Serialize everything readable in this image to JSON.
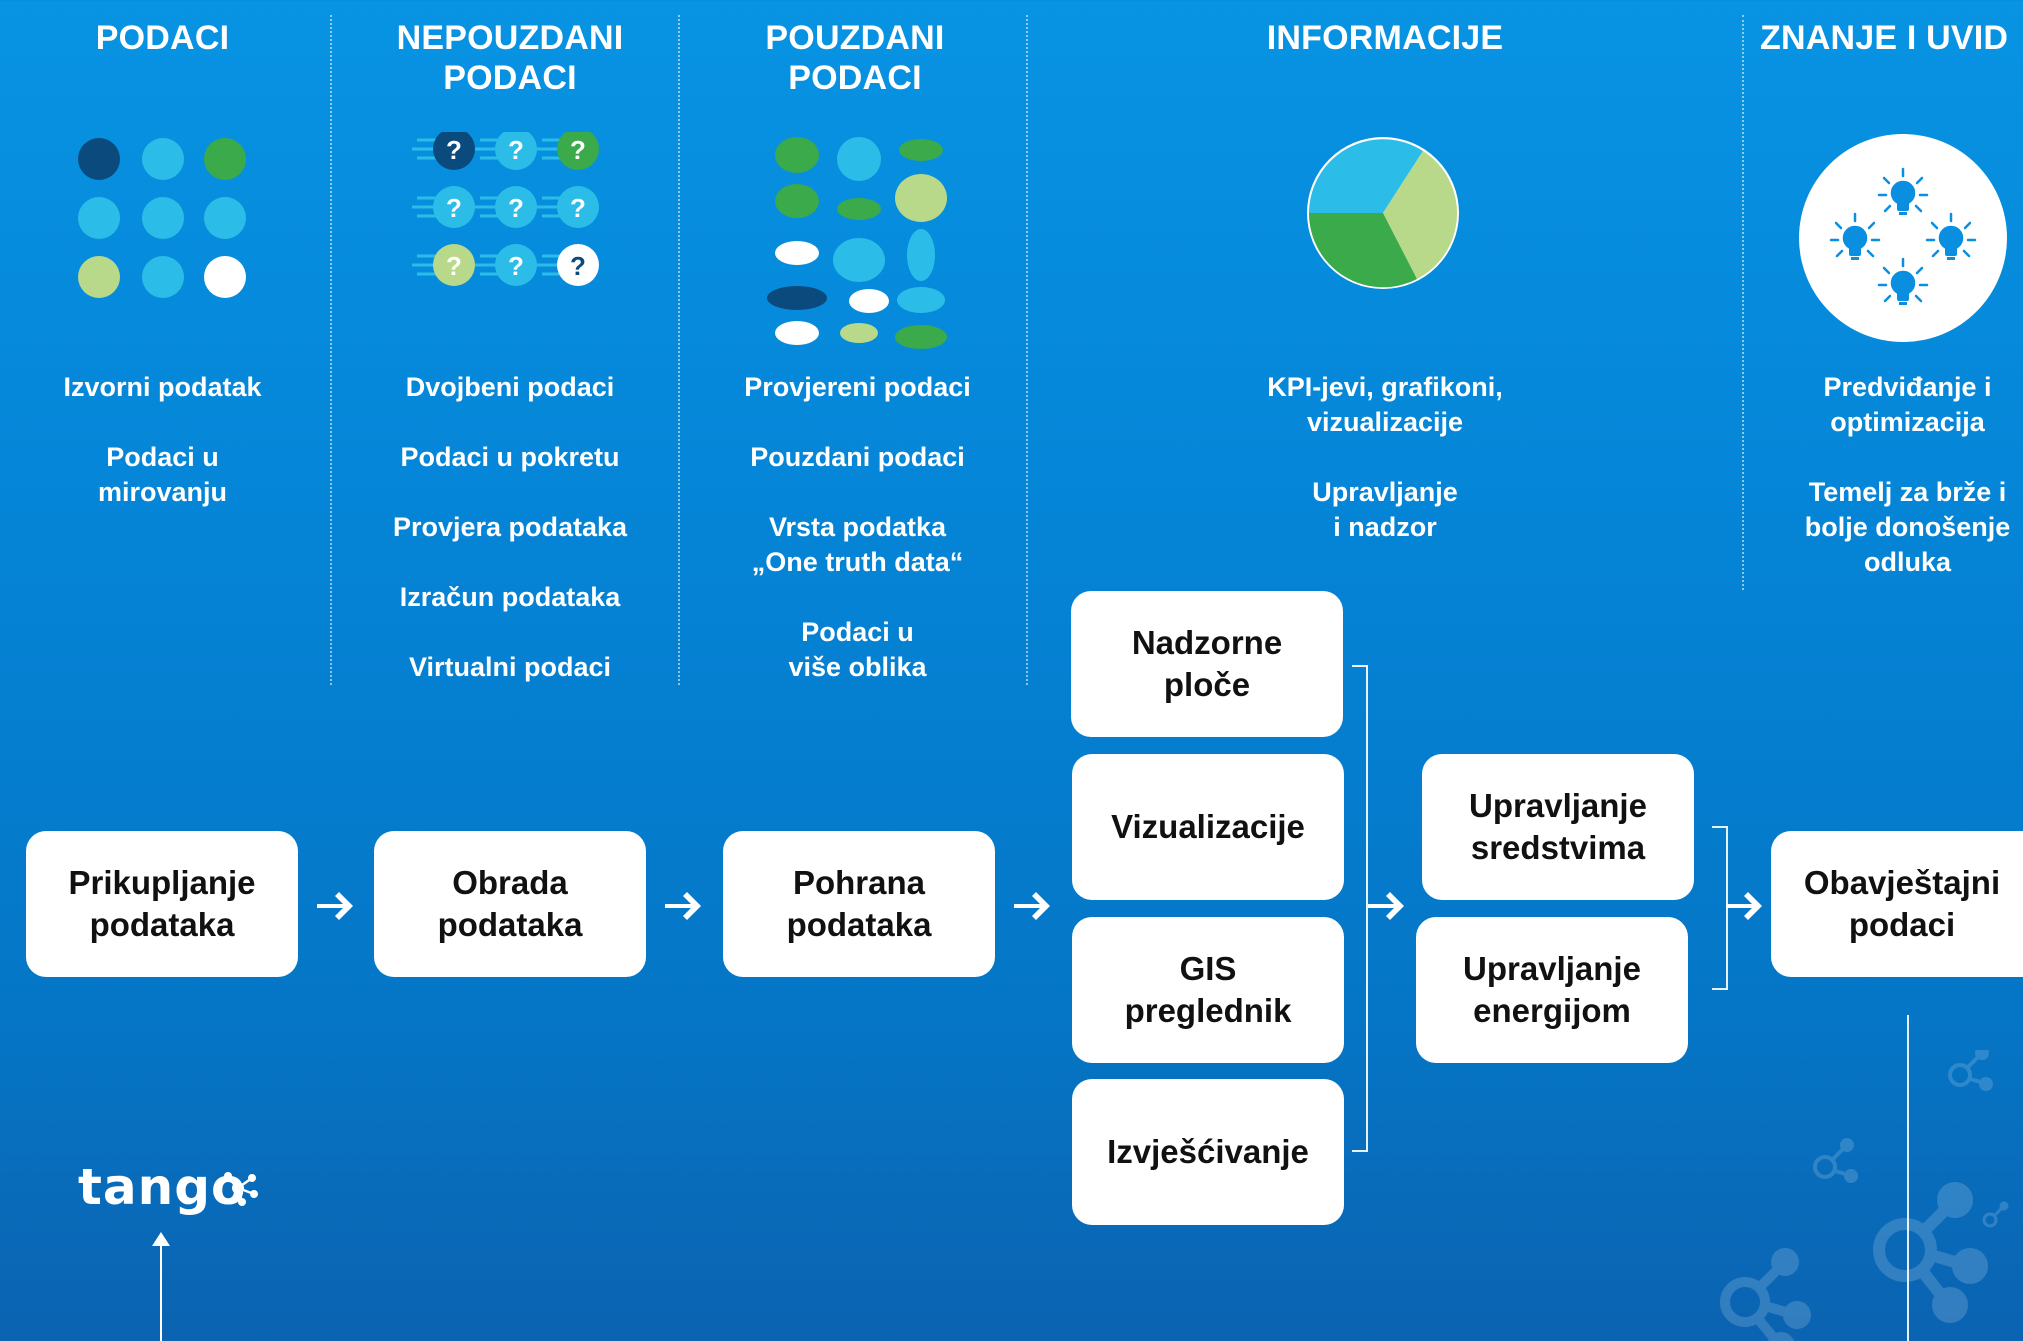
{
  "columns": [
    {
      "title": "PODACI",
      "items": [
        "Izvorni podatak",
        "Podaci u mirovanju"
      ]
    },
    {
      "title": "NEPOUZDANI PODACI",
      "items": [
        "Dvojbeni podaci",
        "Podaci u pokretu",
        "Provjera podataka",
        "Izračun podataka",
        "Virtualni podaci"
      ]
    },
    {
      "title": "POUZDANI PODACI",
      "items": [
        "Provjereni podaci",
        "Pouzdani podaci",
        "Vrsta podatka „One truth data“",
        "Podaci u više oblika"
      ]
    },
    {
      "title": "INFORMACIJE",
      "items": [
        "KPI-jevi, grafikoni, vizualizacije",
        "Upravljanje i nadzor"
      ]
    },
    {
      "title": "ZNANJE I UVID",
      "items": [
        "Predviđanje i optimizacija",
        "Temelj za brže i bolje donošenje odluka"
      ]
    }
  ],
  "flow": {
    "collect": "Prikupljanje podataka",
    "process": "Obrada podataka",
    "store": "Pohrana podataka",
    "outputs": [
      "Nadzorne ploče",
      "Vizualizacije",
      "GIS preglednik",
      "Izvješćivanje"
    ],
    "management": [
      "Upravljanje sredstvima",
      "Upravljanje energijom"
    ],
    "intelligence": "Obavještajni podaci"
  },
  "logo": "tango",
  "colors": {
    "background": "#0584d6",
    "dark_navy": "#0a4a7c",
    "cyan": "#2bbde8",
    "green": "#3aaa4a",
    "light_green": "#b9d98a",
    "white": "#ffffff"
  },
  "icons": [
    "grid-dots-icon",
    "question-dots-icon",
    "shapes-icon",
    "pie-chart-icon",
    "lightbulbs-icon",
    "arrow-right-icon"
  ]
}
